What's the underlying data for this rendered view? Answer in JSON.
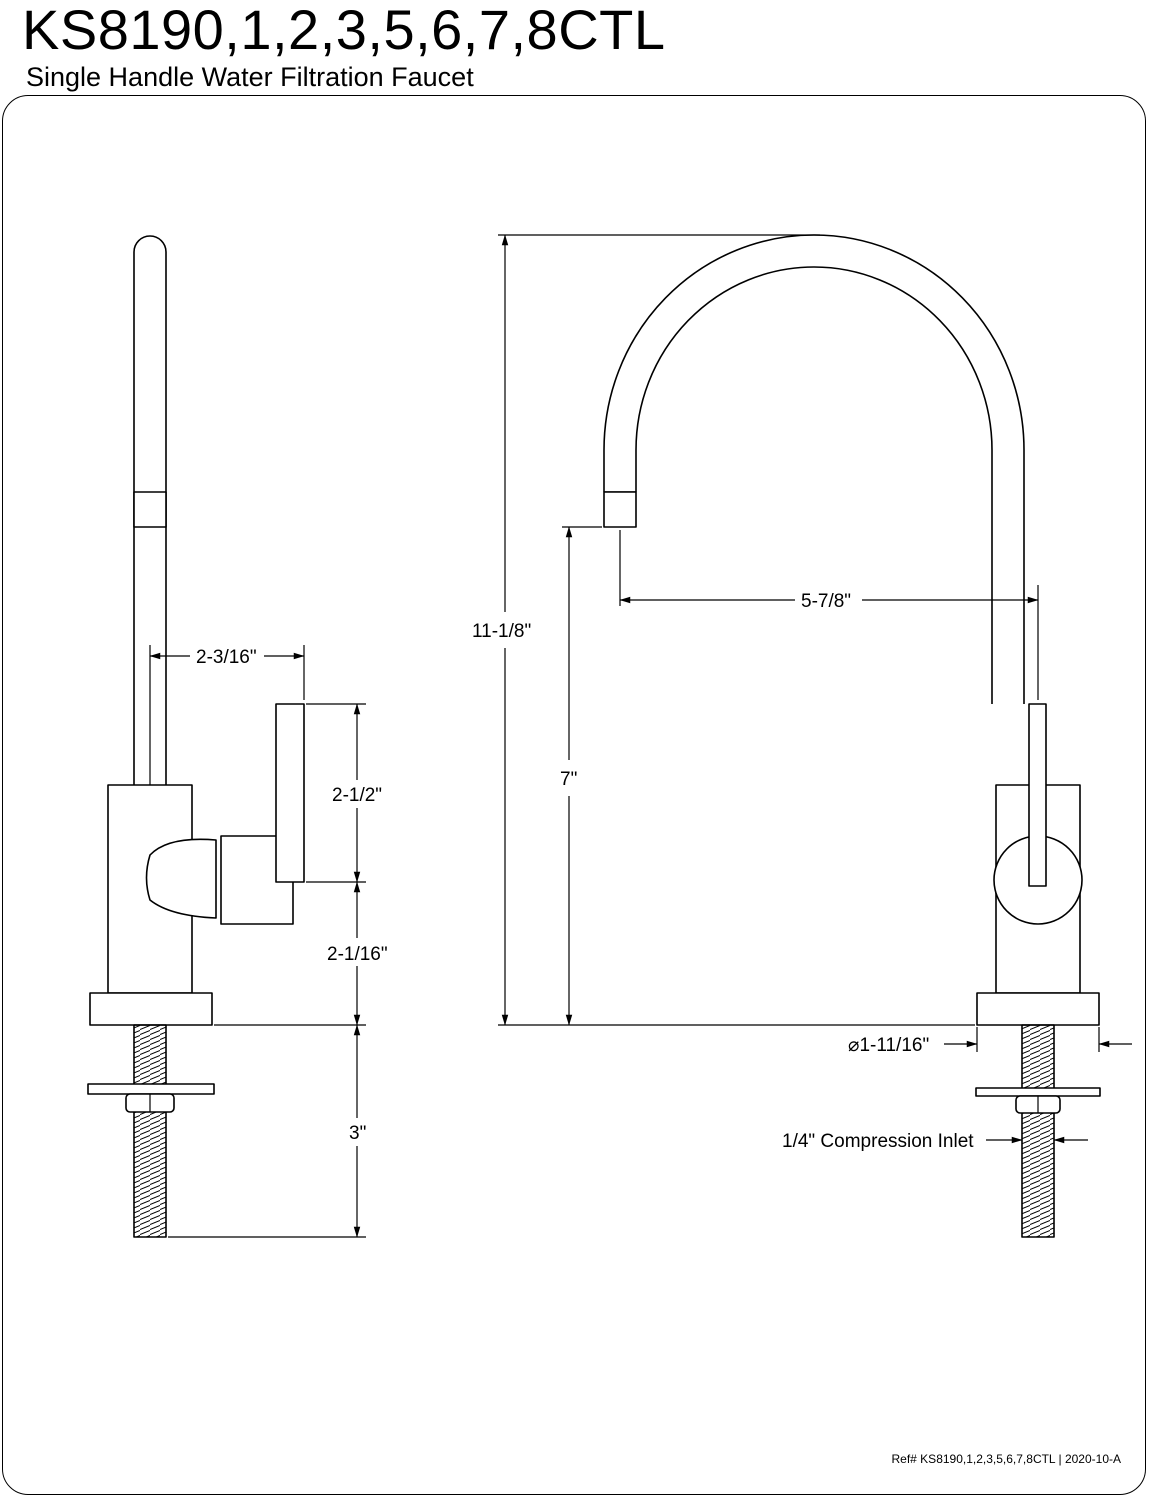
{
  "header": {
    "title": "KS8190,1,2,3,5,6,7,8CTL",
    "subtitle": "Single Handle Water Filtration Faucet"
  },
  "side_view": {
    "dim_handle_offset": "2-3/16\"",
    "dim_handle_height": "2-1/2\"",
    "dim_body_height": "2-1/16\"",
    "dim_shank_length": "3\""
  },
  "front_view": {
    "dim_overall_height": "11-1/8\"",
    "dim_spout_height": "7\"",
    "dim_spout_reach": "5-7/8\"",
    "dim_base_diameter": "⌀1-11/16\"",
    "label_inlet": "1/4\" Compression Inlet"
  },
  "footer": {
    "reference": "Ref# KS8190,1,2,3,5,6,7,8CTL | 2020-10-A"
  }
}
